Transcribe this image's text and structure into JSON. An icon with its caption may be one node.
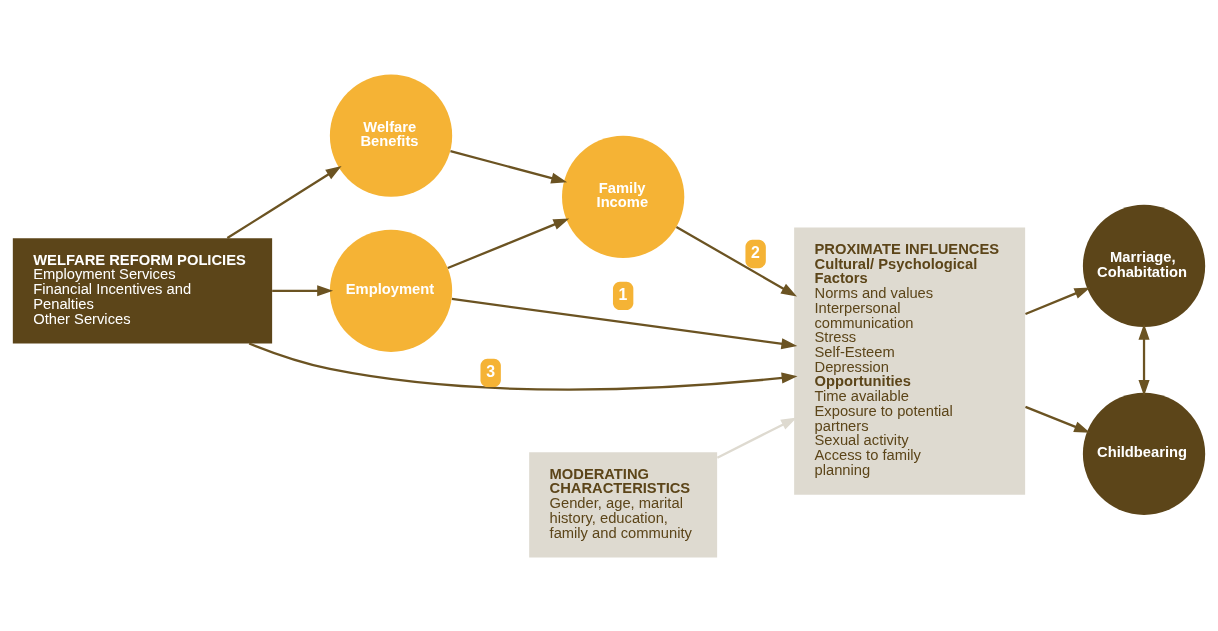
{
  "diagram": {
    "nodes": [
      {
        "text": [
          "WELFARE REFORM POLICIES",
          "Employment Services",
          "Financial Incentives and Penalties",
          "Other Services"
        ]
      },
      {
        "text": [
          "Employment"
        ]
      },
      {
        "text": [
          "Welfare Benefits"
        ]
      },
      {
        "text": [
          "Family Income"
        ]
      },
      {
        "text": [
          "PROXIMATE INFLUENCES",
          "Cultural/ Psychological Factors",
          "Norms and values",
          "Interpersonal communication",
          "Stress",
          "Self-Esteem",
          "Depression",
          "Opportunities",
          "Time available",
          "Exposure to potential partners",
          "Sexual activity",
          "Access to family planning"
        ]
      },
      {
        "text": [
          "Marriage, Cohabitation"
        ]
      },
      {
        "text": [
          "Childbearing"
        ]
      },
      {
        "text": [
          "MODERATING CHARACTERISTICS",
          "Gender, age, marital history, education, family and community"
        ]
      }
    ],
    "edges": [
      {
        "from": 0,
        "to": 1,
        "arrow": "to"
      },
      {
        "from": 0,
        "to": 2,
        "arrow": "to"
      },
      {
        "from": 1,
        "to": 3,
        "arrow": "to"
      },
      {
        "from": 2,
        "to": 3,
        "arrow": "to"
      },
      {
        "from": 1,
        "to": 4,
        "arrow": "to",
        "label": "1"
      },
      {
        "from": 3,
        "to": 4,
        "arrow": "to",
        "label": "2"
      },
      {
        "from": 0,
        "to": 4,
        "arrow": "to",
        "label": "3"
      },
      {
        "from": 4,
        "to": 5,
        "arrow": "to"
      },
      {
        "from": 4,
        "to": 6,
        "arrow": "to"
      },
      {
        "from": 5,
        "to": 6,
        "arrow": "both"
      },
      {
        "from": 7,
        "to": 4,
        "arrow": "to",
        "color": "#dedad0"
      }
    ]
  }
}
